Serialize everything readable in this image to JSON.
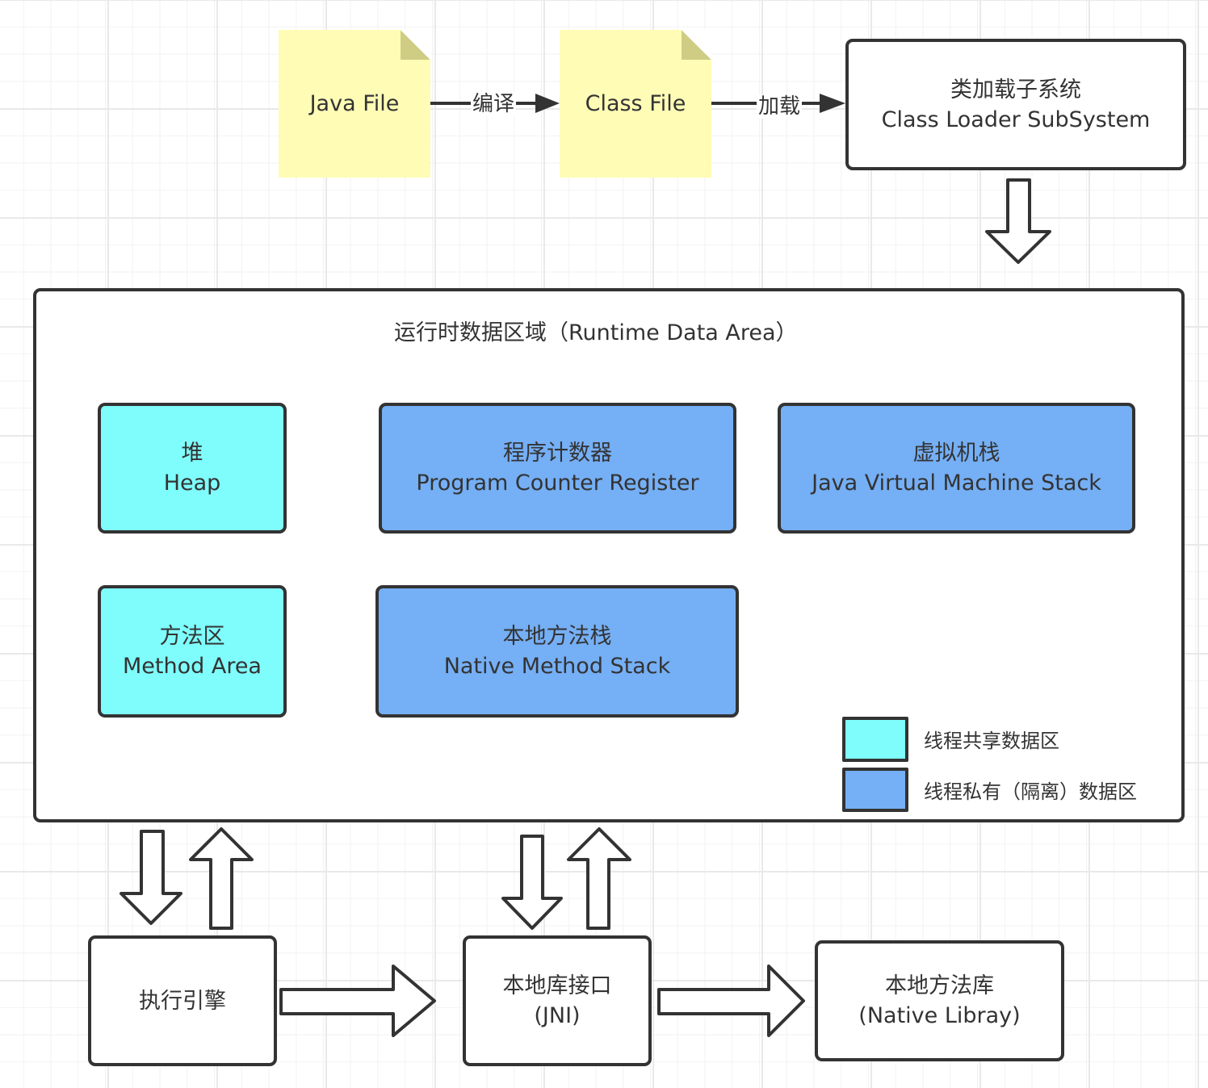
{
  "colors": {
    "shared_area": "#7ffcfc",
    "private_area": "#75aff5",
    "file_note": "#fffcb6",
    "note_fold": "#cfcc84",
    "stroke": "#333333"
  },
  "top_flow": {
    "java_file": "Java File",
    "compile_label": "编译",
    "class_file": "Class File",
    "load_label": "加载",
    "class_loader": {
      "zh": "类加载子系统",
      "en": "Class Loader SubSystem"
    }
  },
  "runtime_area": {
    "title": "运行时数据区域（Runtime Data Area）",
    "heap": {
      "zh": "堆",
      "en": "Heap"
    },
    "program_counter": {
      "zh": "程序计数器",
      "en": "Program Counter Register"
    },
    "vm_stack": {
      "zh": "虚拟机栈",
      "en": "Java Virtual Machine Stack"
    },
    "method_area": {
      "zh": "方法区",
      "en": "Method Area"
    },
    "native_stack": {
      "zh": "本地方法栈",
      "en": "Native Method Stack"
    },
    "legend": {
      "shared": "线程共享数据区",
      "private": "线程私有（隔离）数据区"
    }
  },
  "bottom_flow": {
    "execution_engine": "执行引擎",
    "jni": {
      "zh": "本地库接口",
      "en": "(JNI)"
    },
    "native_library": {
      "zh": "本地方法库",
      "en": "(Native Libray)"
    }
  }
}
